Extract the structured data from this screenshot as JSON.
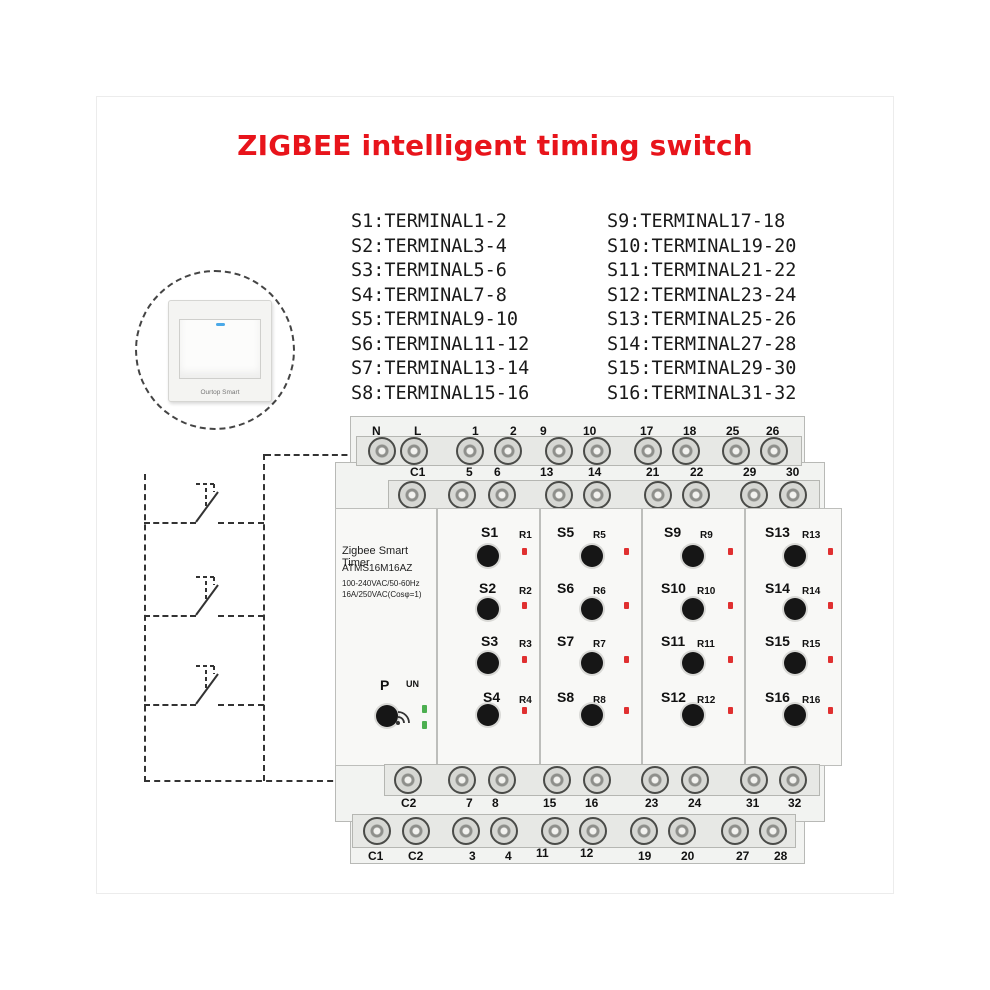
{
  "title": "ZIGBEE intelligent timing switch",
  "terminal_map": {
    "left": [
      "S1:TERMINAL1-2",
      "S2:TERMINAL3-4",
      "S3:TERMINAL5-6",
      "S4:TERMINAL7-8",
      "S5:TERMINAL9-10",
      "S6:TERMINAL11-12",
      "S7:TERMINAL13-14",
      "S8:TERMINAL15-16"
    ],
    "right": [
      "S9:TERMINAL17-18",
      "S10:TERMINAL19-20",
      "S11:TERMINAL21-22",
      "S12:TERMINAL23-24",
      "S13:TERMINAL25-26",
      "S14:TERMINAL27-28",
      "S15:TERMINAL29-30",
      "S16:TERMINAL31-32"
    ]
  },
  "wall_switch": {
    "brand": "Ourtop Smart"
  },
  "device": {
    "name": "Zigbee Smart Timer",
    "model": "ATMS16M16AZ",
    "spec_voltage": "100-240VAC/50-60Hz",
    "spec_current": "16A/250VAC(Cosφ=1)",
    "p_label": "P",
    "un_label": "UN"
  },
  "terminals_top_back": {
    "n": "N",
    "l": "L",
    "t1": "1",
    "t2": "2",
    "t9": "9",
    "t10": "10",
    "t17": "17",
    "t18": "18",
    "t25": "25",
    "t26": "26"
  },
  "terminals_top_front": {
    "c1": "C1",
    "t5": "5",
    "t6": "6",
    "t13": "13",
    "t14": "14",
    "t21": "21",
    "t22": "22",
    "t29": "29",
    "t30": "30"
  },
  "terminals_bottom_front": {
    "c2": "C2",
    "t7": "7",
    "t8": "8",
    "t15": "15",
    "t16": "16",
    "t23": "23",
    "t24": "24",
    "t31": "31",
    "t32": "32"
  },
  "terminals_bottom_back": {
    "c1": "C1",
    "c2": "C2",
    "t3": "3",
    "t4": "4",
    "t11": "11",
    "t12": "12",
    "t19": "19",
    "t20": "20",
    "t27": "27",
    "t28": "28"
  },
  "switches": [
    {
      "label": "S1",
      "relay": "R1"
    },
    {
      "label": "S2",
      "relay": "R2"
    },
    {
      "label": "S3",
      "relay": "R3"
    },
    {
      "label": "S4",
      "relay": "R4"
    },
    {
      "label": "S5",
      "relay": "R5"
    },
    {
      "label": "S6",
      "relay": "R6"
    },
    {
      "label": "S7",
      "relay": "R7"
    },
    {
      "label": "S8",
      "relay": "R8"
    },
    {
      "label": "S9",
      "relay": "R9"
    },
    {
      "label": "S10",
      "relay": "R10"
    },
    {
      "label": "S11",
      "relay": "R11"
    },
    {
      "label": "S12",
      "relay": "R12"
    },
    {
      "label": "S13",
      "relay": "R13"
    },
    {
      "label": "S14",
      "relay": "R14"
    },
    {
      "label": "S15",
      "relay": "R15"
    },
    {
      "label": "S16",
      "relay": "R16"
    }
  ],
  "colors": {
    "title": "#e8141b",
    "led_red": "#e03030",
    "led_green": "#4caf50",
    "button": "#161616"
  }
}
